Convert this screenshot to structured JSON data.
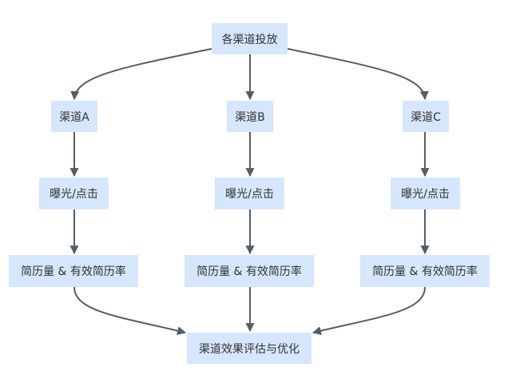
{
  "diagram": {
    "type": "flowchart",
    "colors": {
      "node_fill": "#d6e6fd",
      "edge": "#555d66",
      "text": "#333333"
    },
    "nodes": [
      {
        "id": "start",
        "label": "各渠道投放"
      },
      {
        "id": "chA",
        "label": "渠道A"
      },
      {
        "id": "chB",
        "label": "渠道B"
      },
      {
        "id": "chC",
        "label": "渠道C"
      },
      {
        "id": "expA",
        "label": "曝光/点击"
      },
      {
        "id": "expB",
        "label": "曝光/点击"
      },
      {
        "id": "expC",
        "label": "曝光/点击"
      },
      {
        "id": "resA",
        "label": "简历量 & 有效简历率"
      },
      {
        "id": "resB",
        "label": "简历量 & 有效简历率"
      },
      {
        "id": "resC",
        "label": "简历量 & 有效简历率"
      },
      {
        "id": "end",
        "label": "渠道效果评估与优化"
      }
    ],
    "edges": [
      {
        "from": "start",
        "to": "chA"
      },
      {
        "from": "start",
        "to": "chB"
      },
      {
        "from": "start",
        "to": "chC"
      },
      {
        "from": "chA",
        "to": "expA"
      },
      {
        "from": "chB",
        "to": "expB"
      },
      {
        "from": "chC",
        "to": "expC"
      },
      {
        "from": "expA",
        "to": "resA"
      },
      {
        "from": "expB",
        "to": "resB"
      },
      {
        "from": "expC",
        "to": "resC"
      },
      {
        "from": "resA",
        "to": "end"
      },
      {
        "from": "resB",
        "to": "end"
      },
      {
        "from": "resC",
        "to": "end"
      }
    ]
  }
}
